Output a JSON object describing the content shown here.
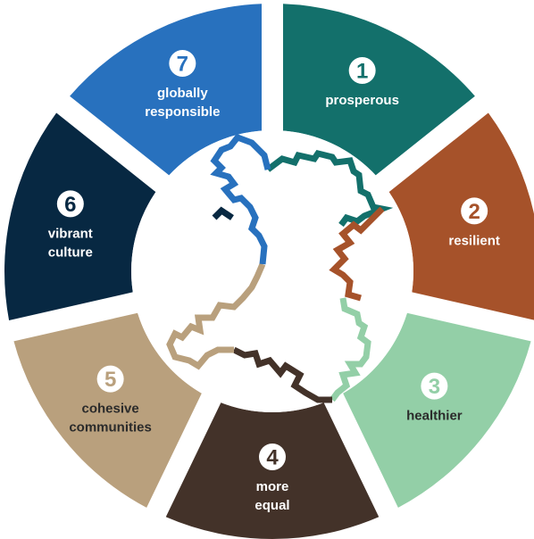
{
  "segments": [
    {
      "number": "1",
      "lines": [
        "prosperous"
      ],
      "color": "#13706b"
    },
    {
      "number": "2",
      "lines": [
        "resilient"
      ],
      "color": "#a6522a"
    },
    {
      "number": "3",
      "lines": [
        "healthier"
      ],
      "color": "#93cfa7"
    },
    {
      "number": "4",
      "lines": [
        "more",
        "equal"
      ],
      "color": "#433229"
    },
    {
      "number": "5",
      "lines": [
        "cohesive",
        "communities"
      ],
      "color": "#b9a07d"
    },
    {
      "number": "6",
      "lines": [
        "vibrant",
        "culture"
      ],
      "color": "#072842"
    },
    {
      "number": "7",
      "lines": [
        "globally",
        "responsible"
      ],
      "color": "#2871be"
    }
  ],
  "center_background": "#ffffff"
}
